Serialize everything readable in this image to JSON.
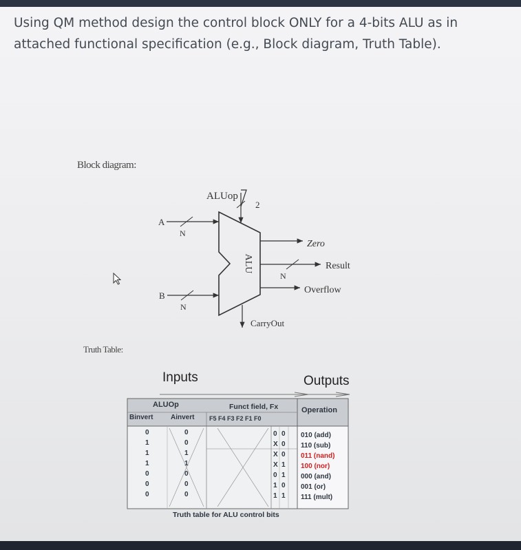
{
  "question": {
    "text": "Using QM method design the control block ONLY for a 4-bits ALU as in attached functional specification (e.g., Block diagram, Truth Table)."
  },
  "block_diagram": {
    "label": "Block diagram:",
    "aluop_label": "ALUop",
    "aluop_width": "2",
    "input_a": "A",
    "input_b": "B",
    "bus_width": "N",
    "alu_label": "ALU",
    "outputs": {
      "zero": "Zero",
      "result": "Result",
      "overflow": "Overflow",
      "carryout": "CarryOut"
    }
  },
  "truth_table": {
    "label": "Truth Table:",
    "inputs_header": "Inputs",
    "outputs_header": "Outputs",
    "aluop_header": "ALUOp",
    "funct_header": "Funct field, Fx",
    "operation_header": "Operation",
    "binvert_header": "Binvert",
    "ainvert_header": "Ainvert",
    "funct_columns": "F5 F4 F3 F2 F1 F0",
    "rows": [
      {
        "binvert": "0",
        "ainvert": "0",
        "f1": "0",
        "f0": "0",
        "operation": "010 (add)"
      },
      {
        "binvert": "1",
        "ainvert": "0",
        "f1": "X",
        "f0": "0",
        "operation": "110 (sub)"
      },
      {
        "binvert": "1",
        "ainvert": "1",
        "f1": "X",
        "f0": "0",
        "operation": "011 (nand)"
      },
      {
        "binvert": "1",
        "ainvert": "1",
        "f1": "X",
        "f0": "1",
        "operation": "100 (nor)"
      },
      {
        "binvert": "0",
        "ainvert": "0",
        "f1": "0",
        "f0": "1",
        "operation": "000 (and)"
      },
      {
        "binvert": "0",
        "ainvert": "0",
        "f1": "1",
        "f0": "0",
        "operation": "001 (or)"
      },
      {
        "binvert": "0",
        "ainvert": "0",
        "f1": "1",
        "f0": "1",
        "operation": "111 (mult)"
      }
    ],
    "caption": "Truth table for ALU control bits"
  },
  "colors": {
    "text": "#444a52",
    "red_digits": "#d02020",
    "table_header_bg": "#c9ccd0"
  },
  "icons": {
    "cursor": "mouse-pointer-icon"
  }
}
